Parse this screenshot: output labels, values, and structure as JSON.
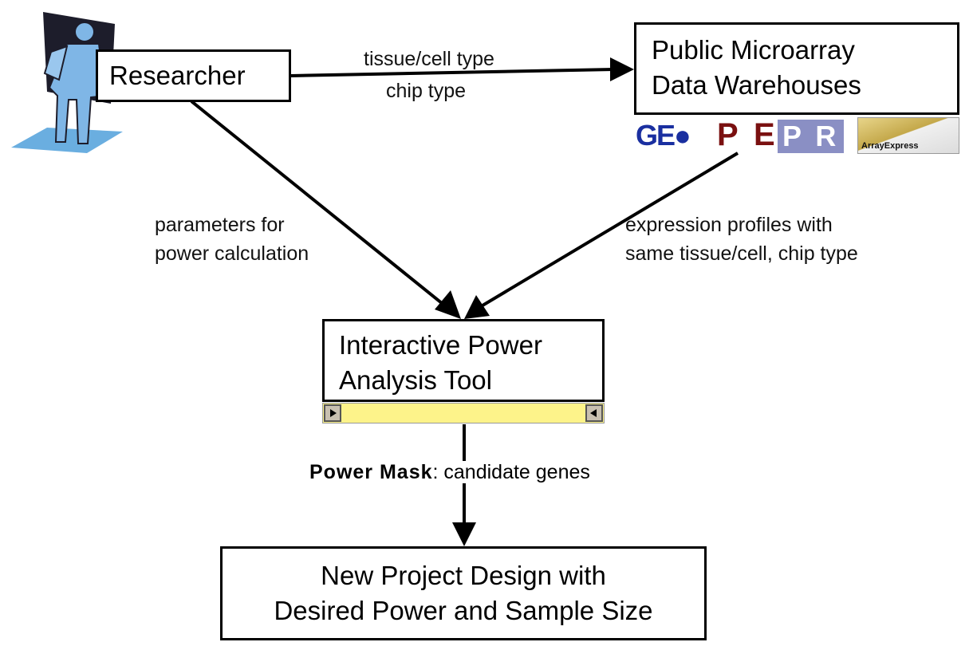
{
  "nodes": {
    "researcher": {
      "label": "Researcher"
    },
    "warehouses": {
      "line1": "Public Microarray",
      "line2": "Data Warehouses"
    },
    "tool": {
      "line1": "Interactive Power",
      "line2": "Analysis Tool"
    },
    "design": {
      "line1": "New Project Design with",
      "line2": "Desired Power and Sample Size"
    }
  },
  "logos": {
    "geo": "GE●",
    "p": "P",
    "epr_e": "E",
    "epr_pr": "P R",
    "arrayexpress": "ArrayExpress"
  },
  "edges": {
    "researcher_to_warehouses": {
      "line1": "tissue/cell type",
      "line2": "chip type"
    },
    "researcher_to_tool": {
      "line1": "parameters for",
      "line2": "power calculation"
    },
    "warehouses_to_tool": {
      "line1": "expression profiles with",
      "line2": "same tissue/cell, chip type"
    },
    "tool_to_design": {
      "bold": "Power Mask",
      "rest": ":  candidate genes"
    }
  },
  "colors": {
    "scrollbar_fill": "#fdf38a",
    "geo_blue": "#1a2fa0",
    "p_red": "#7a1010",
    "figure_blue": "#6aaee0"
  }
}
